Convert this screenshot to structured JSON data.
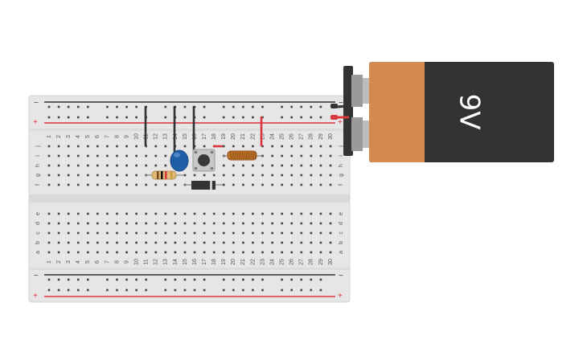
{
  "breadboard": {
    "columns": [
      "1",
      "2",
      "3",
      "4",
      "5",
      "6",
      "7",
      "8",
      "9",
      "10",
      "11",
      "12",
      "13",
      "14",
      "15",
      "16",
      "17",
      "18",
      "19",
      "20",
      "21",
      "22",
      "23",
      "24",
      "25",
      "26",
      "27",
      "28",
      "29",
      "30"
    ],
    "rows_top": [
      "j",
      "i",
      "h",
      "g",
      "f"
    ],
    "rows_bottom": [
      "e",
      "d",
      "c",
      "b",
      "a"
    ],
    "rail_minus": "−",
    "rail_plus": "+",
    "colors": {
      "board": "#e6e6e6",
      "hole": "#444444",
      "rail_red": "#d9363e",
      "rail_black": "#333333"
    }
  },
  "battery": {
    "label": "9V",
    "colors": {
      "body": "#333333",
      "cap": "#d38b4d",
      "terminal": "#9a9a9a"
    }
  },
  "components": [
    {
      "name": "capacitor",
      "color": "#1f5fa8"
    },
    {
      "name": "pushbutton",
      "color": "#555555"
    },
    {
      "name": "resistor",
      "color": "#e0b878"
    },
    {
      "name": "inductor",
      "color": "#c8782a"
    },
    {
      "name": "diode",
      "color": "#333333"
    }
  ]
}
